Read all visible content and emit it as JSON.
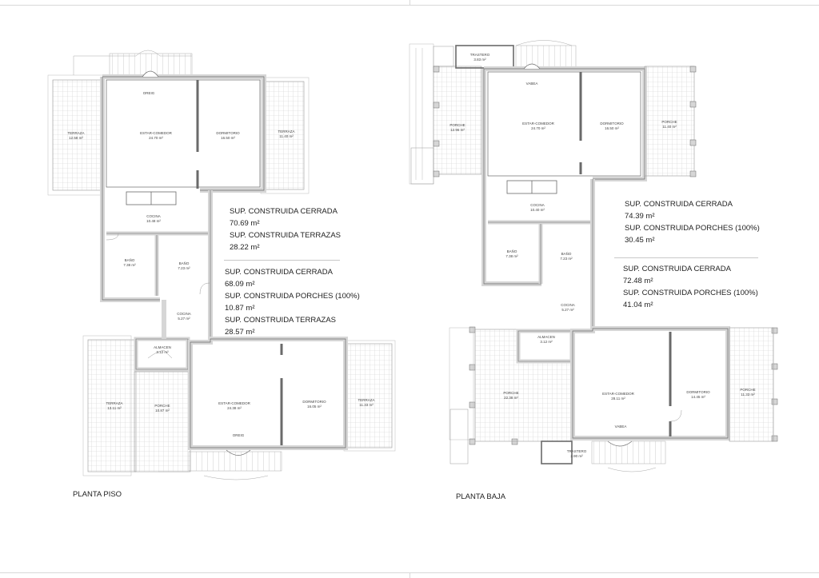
{
  "colors": {
    "wall_fill": "#d6d6d6",
    "wall_stroke": "#6a6a6a",
    "grid_line": "#cfcfcf",
    "text": "#222222",
    "frame": "#d8d8d8"
  },
  "plans": [
    {
      "title": "PLANTA PISO",
      "upper_unit": {
        "rooms": [
          {
            "name": "TERRAZA",
            "area": "12.58 m²"
          },
          {
            "name": "ESTAR-COMEDOR",
            "area": "24.70 m²"
          },
          {
            "name": "DORMITORIO",
            "area": "16.50 m²"
          },
          {
            "name": "TERRAZA",
            "area": "11.40 m²"
          },
          {
            "name": "COCINA",
            "area": "10.48 m²"
          },
          {
            "name": "BAÑO",
            "area": "7.38 m²"
          },
          {
            "name": "BAÑO",
            "area": "7.23 m²"
          },
          {
            "name": "OREIG",
            "area": ""
          }
        ],
        "summary": [
          {
            "label": "SUP. CONSTRUIDA CERRADA",
            "value": "70.69 m²"
          },
          {
            "label": "SUP. CONSTRUIDA TERRAZAS",
            "value": "28.22 m²"
          }
        ]
      },
      "lower_unit": {
        "rooms": [
          {
            "name": "COCINA",
            "area": "5.27 m²"
          },
          {
            "name": "ALMACEN",
            "area": "3.12 m²"
          },
          {
            "name": "TERRAZA",
            "area": "13.11 m²"
          },
          {
            "name": "PORCHE",
            "area": "10.87 m²"
          },
          {
            "name": "ESTAR-COMEDOR",
            "area": "24.38 m²"
          },
          {
            "name": "DORMITORIO",
            "area": "16.05 m²"
          },
          {
            "name": "TERRAZA",
            "area": "11.33 m²"
          },
          {
            "name": "OREIG",
            "area": ""
          }
        ],
        "summary": [
          {
            "label": "SUP. CONSTRUIDA CERRADA",
            "value": "68.09 m²"
          },
          {
            "label": "SUP. CONSTRUIDA PORCHES (100%)",
            "value": "10.87 m²"
          },
          {
            "label": "SUP. CONSTRUIDA TERRAZAS",
            "value": "28.57 m²"
          }
        ]
      }
    },
    {
      "title": "PLANTA BAJA",
      "upper_unit": {
        "rooms": [
          {
            "name": "TRASTERO",
            "area": "3.83 m²"
          },
          {
            "name": "PORCHE",
            "area": "12.96 m²"
          },
          {
            "name": "ESTAR-COMEDOR",
            "area": "24.70 m²"
          },
          {
            "name": "DORMITORIO",
            "area": "16.50 m²"
          },
          {
            "name": "PORCHE",
            "area": "11.40 m²"
          },
          {
            "name": "COCINA",
            "area": "10.40 m²"
          },
          {
            "name": "BAÑO",
            "area": "7.38 m²"
          },
          {
            "name": "BAÑO",
            "area": "7.23 m²"
          },
          {
            "name": "VABEA",
            "area": ""
          }
        ],
        "summary": [
          {
            "label": "SUP. CONSTRUIDA CERRADA",
            "value": "74.39 m²"
          },
          {
            "label": "SUP. CONSTRUIDA PORCHES (100%)",
            "value": "30.45 m²"
          }
        ]
      },
      "lower_unit": {
        "rooms": [
          {
            "name": "COCINA",
            "area": "5.27 m²"
          },
          {
            "name": "ALMACEN",
            "area": "3.12 m²"
          },
          {
            "name": "PORCHE",
            "area": "22.38 m²"
          },
          {
            "name": "ESTAR-COMEDOR",
            "area": "28.11 m²"
          },
          {
            "name": "DORMITORIO",
            "area": "14.45 m²"
          },
          {
            "name": "PORCHE",
            "area": "11.33 m²"
          },
          {
            "name": "TRASTERO",
            "area": "2.90 m²"
          },
          {
            "name": "VABEA",
            "area": ""
          }
        ],
        "summary": [
          {
            "label": "SUP. CONSTRUIDA CERRADA",
            "value": "72.48 m²"
          },
          {
            "label": "SUP. CONSTRUIDA PORCHES (100%)",
            "value": "41.04 m²"
          }
        ]
      }
    }
  ]
}
